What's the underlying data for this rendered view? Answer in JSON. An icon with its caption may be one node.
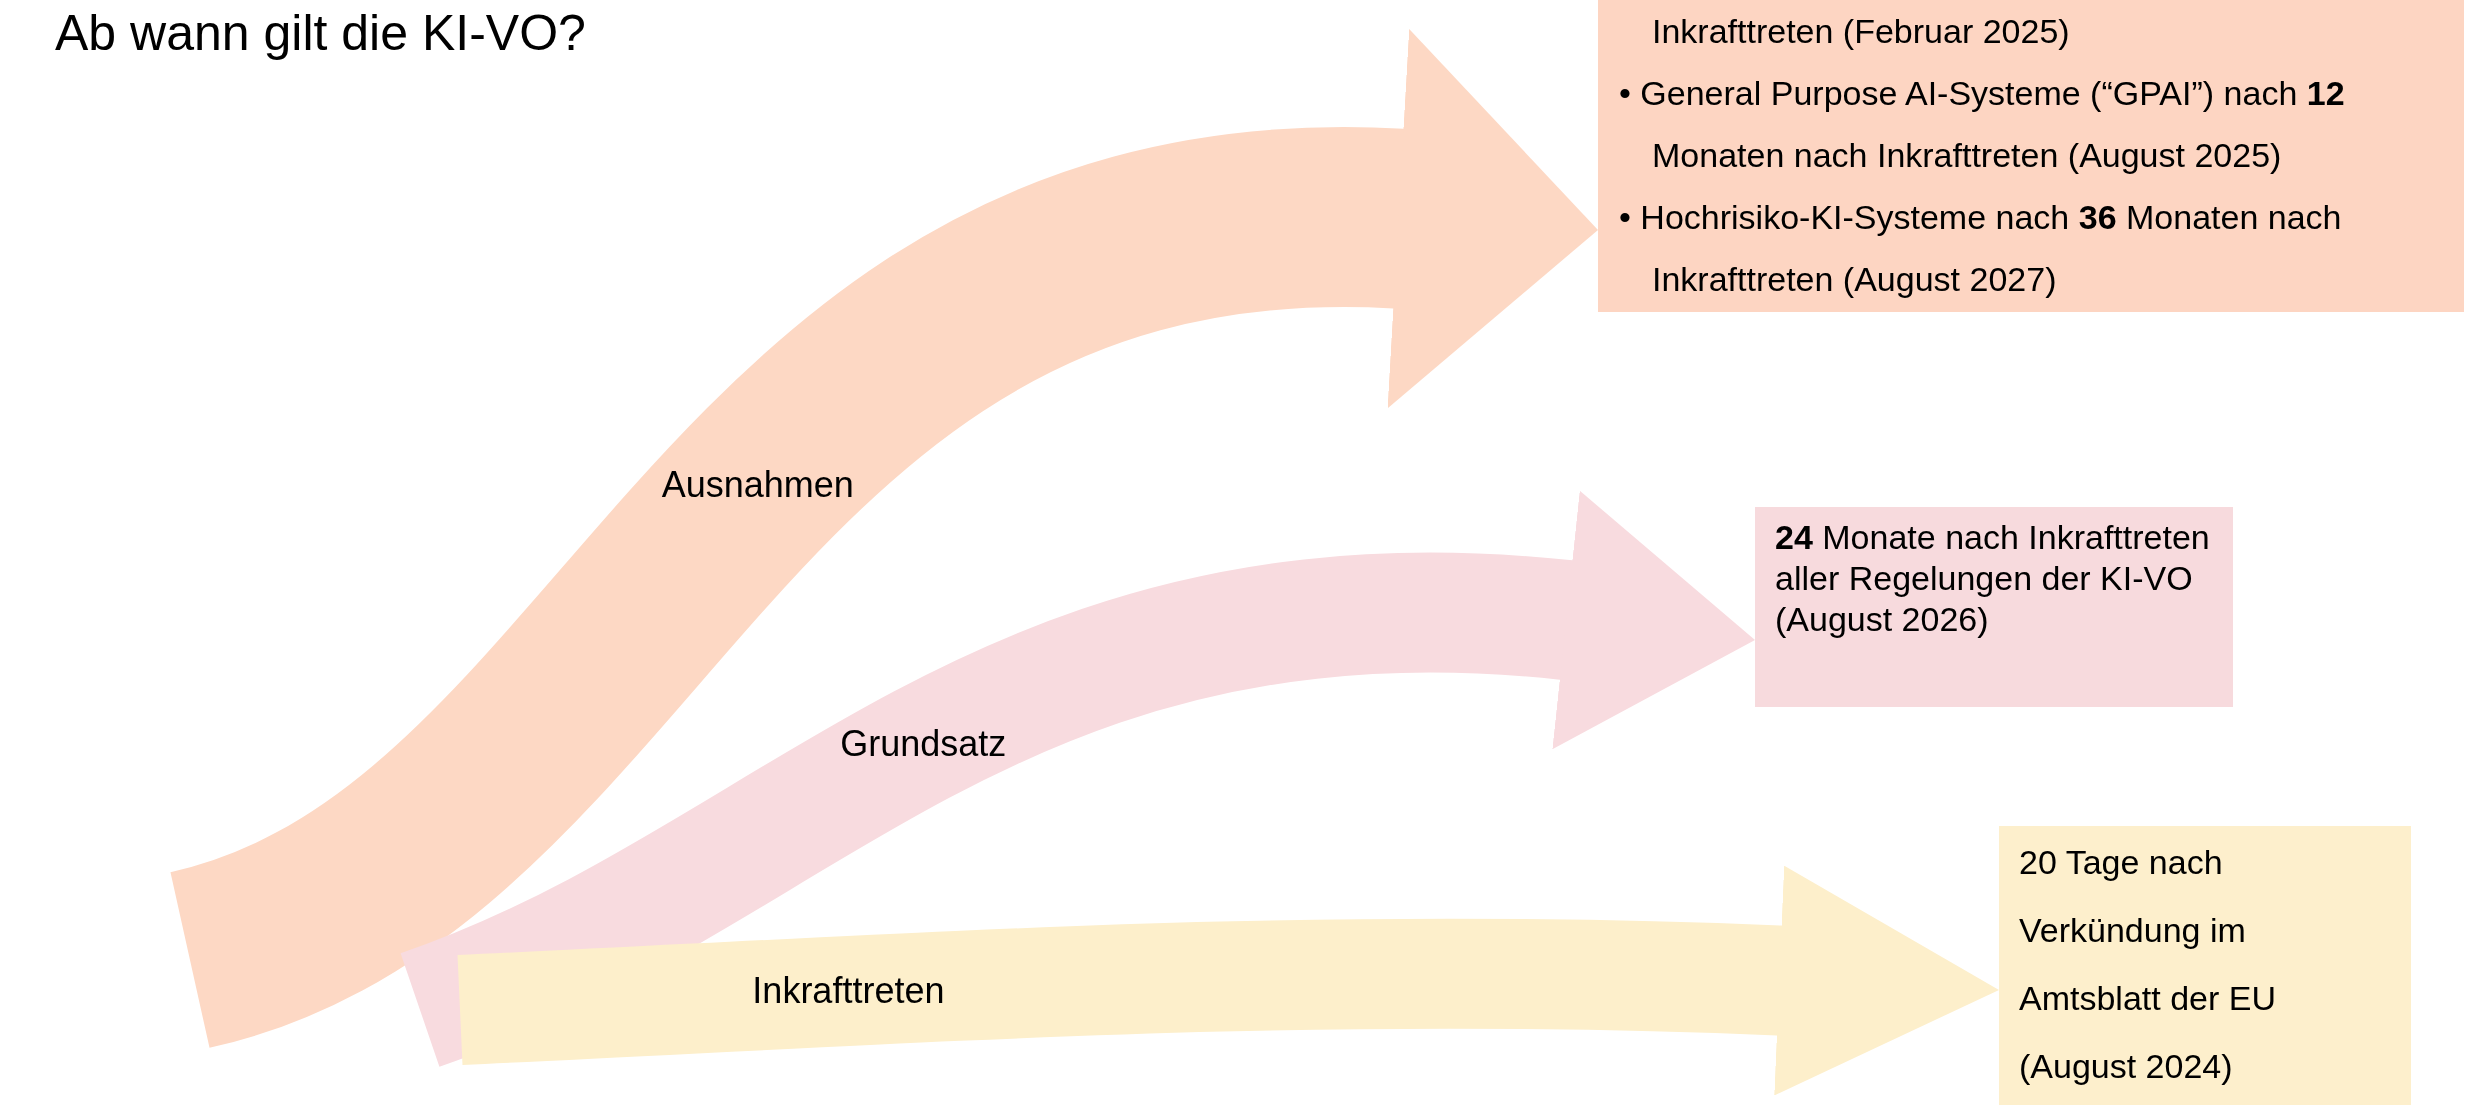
{
  "diagram": {
    "title": "Ab wann gilt die KI-VO?",
    "nodes": [
      {
        "text": [
          "Inkrafttreten (Februar 2025)",
          "• General Purpose AI-Systeme (“GPAI”) nach **12** Monaten nach Inkrafttreten (August 2025)",
          "• Hochrisiko-KI-Systeme nach **36** Monaten nach Inkrafttreten (August 2027)"
        ]
      },
      {
        "text": [
          "**24** Monate nach Inkrafttreten aller Regelungen der KI-VO (August 2026)"
        ]
      },
      {
        "text": [
          "20 Tage nach Verkündung im Amtsblatt der EU (August 2024)"
        ]
      }
    ],
    "edges": [
      {
        "from": null,
        "to": 0,
        "arrow": "to",
        "label": "Ausnahmen",
        "color": "#fdd8c4"
      },
      {
        "from": null,
        "to": 1,
        "arrow": "to",
        "label": "Grundsatz",
        "color": "#f8dbdf"
      },
      {
        "from": null,
        "to": 2,
        "arrow": "to",
        "label": "Inkrafttreten",
        "color": "#fdefcb"
      }
    ]
  }
}
